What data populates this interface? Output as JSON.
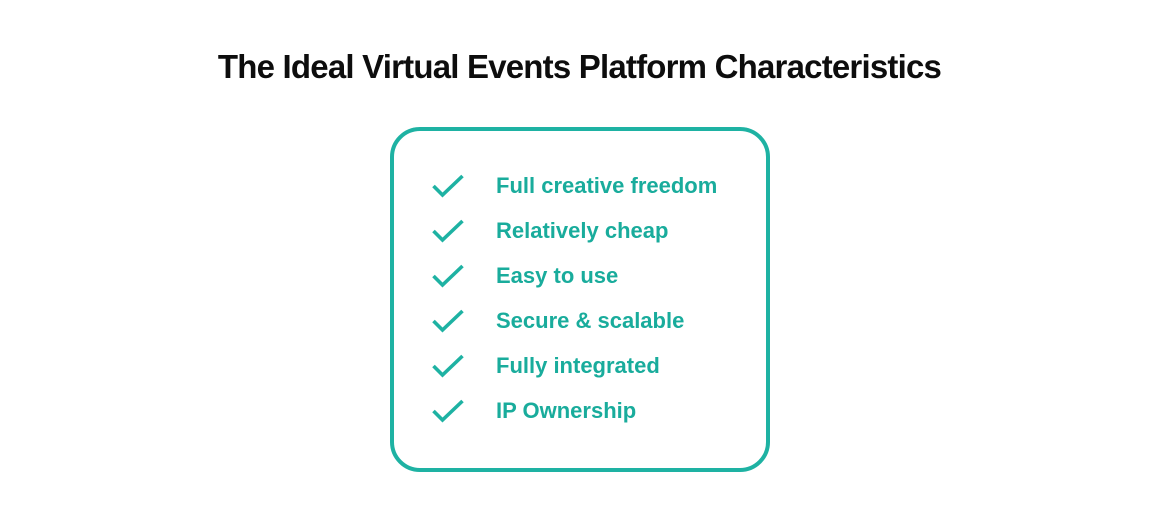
{
  "title": "The Ideal Virtual Events Platform Characteristics",
  "card": {
    "items": [
      {
        "label": "Full creative freedom",
        "icon": "check-icon"
      },
      {
        "label": "Relatively cheap",
        "icon": "check-icon"
      },
      {
        "label": "Easy to use",
        "icon": "check-icon"
      },
      {
        "label": "Secure & scalable",
        "icon": "check-icon"
      },
      {
        "label": "Fully integrated",
        "icon": "check-icon"
      },
      {
        "label": "IP Ownership",
        "icon": "check-icon"
      }
    ]
  },
  "colors": {
    "accent": "#1EB2A3",
    "item_text": "#19AC9C",
    "title_text": "#0D0D0D",
    "background": "#FFFFFF"
  }
}
